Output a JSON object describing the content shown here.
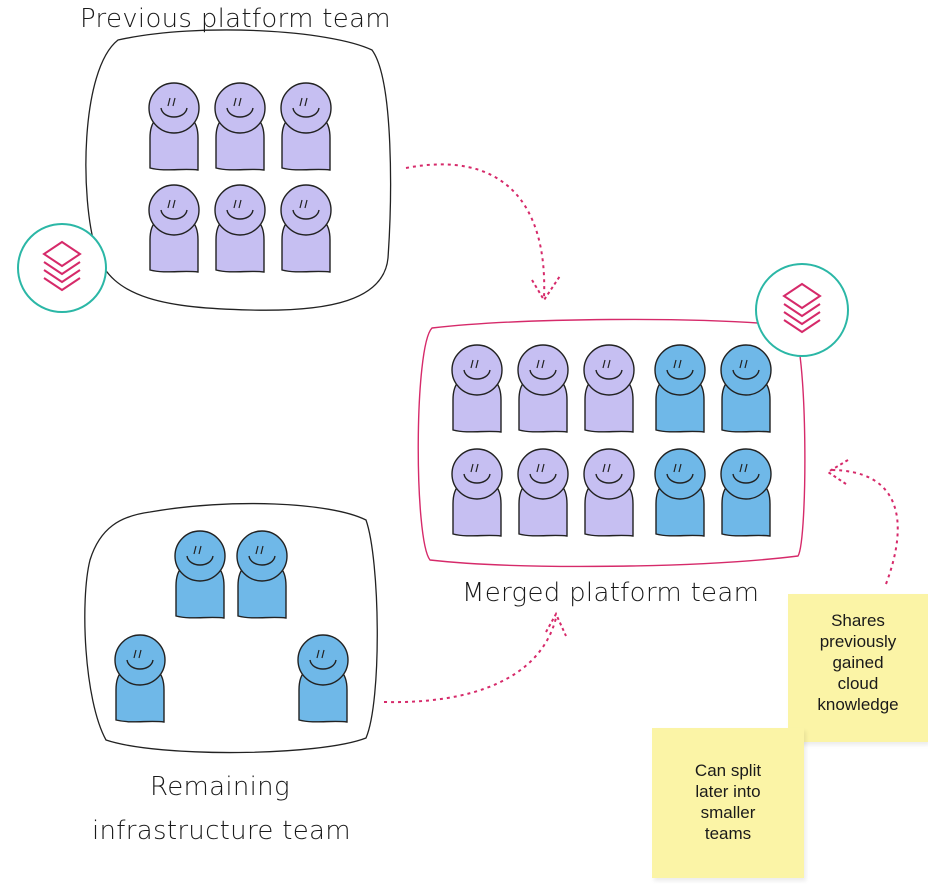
{
  "groups": {
    "previous": {
      "title": "Previous platform team"
    },
    "merged": {
      "title": "Merged platform team"
    },
    "remaining": {
      "title_line1": "Remaining",
      "title_line2": "infrastructure team"
    }
  },
  "notes": {
    "shares": {
      "lines": [
        "Shares",
        "previously",
        "gained",
        "cloud",
        "knowledge"
      ]
    },
    "split": {
      "lines": [
        "Can split",
        "later into",
        "smaller",
        "teams"
      ]
    }
  },
  "colors": {
    "platform_member": "#c6bff2",
    "infra_member": "#6fb8e8",
    "platform_badge_ring": "#2bb7a6",
    "stack_icon": "#d62a6a",
    "arrow": "#d62a6a",
    "merged_outline": "#d62a6a",
    "sticky": "#fbf4a6"
  },
  "icons": [
    "stack-layers-icon",
    "dotted-arrow-icon"
  ]
}
